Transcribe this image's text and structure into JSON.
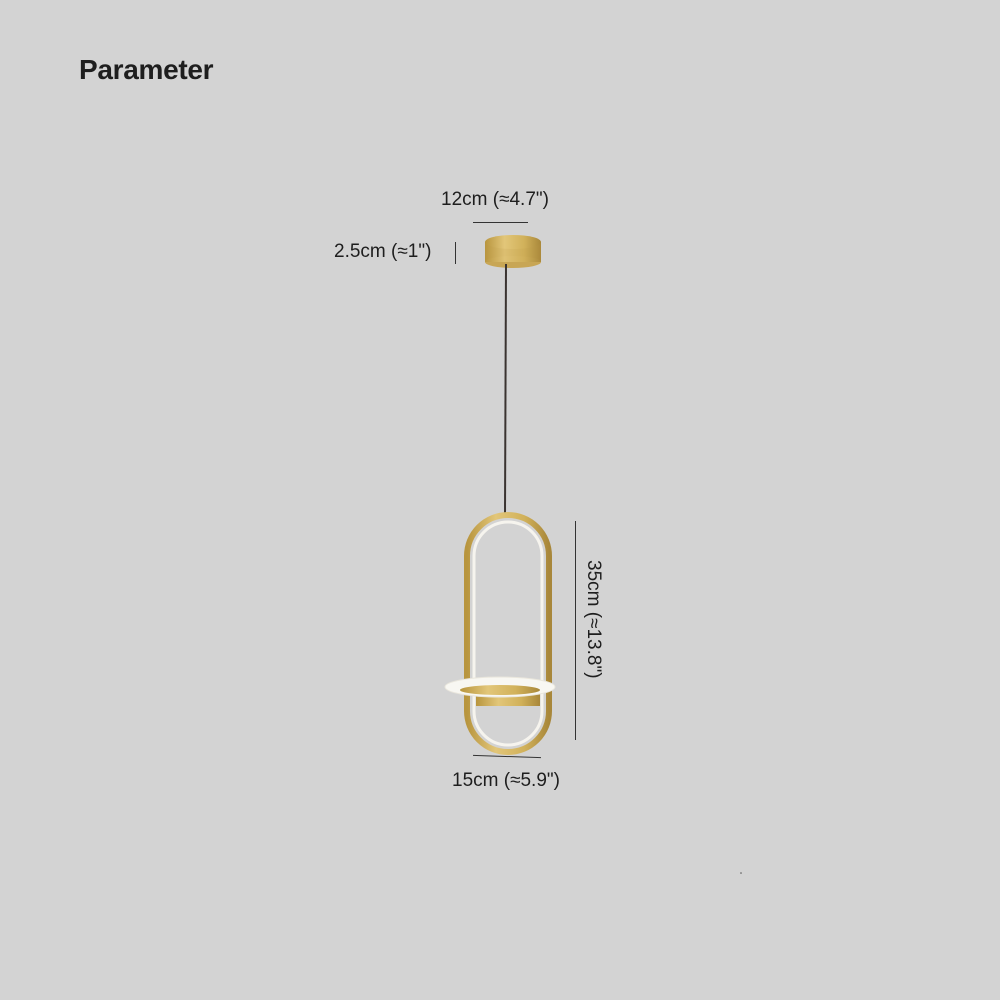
{
  "header": {
    "title": "Parameter"
  },
  "dimensions": {
    "canopy_diameter": "12cm (≈4.7\")",
    "canopy_height": "2.5cm (≈1\")",
    "pendant_height": "35cm (≈13.8\")",
    "pendant_width": "15cm (≈5.9\")"
  },
  "colors": {
    "background": "#d3d3d3",
    "brass": "#c9a94e",
    "cord": "#3a3330",
    "light": "#f6f4ee"
  }
}
